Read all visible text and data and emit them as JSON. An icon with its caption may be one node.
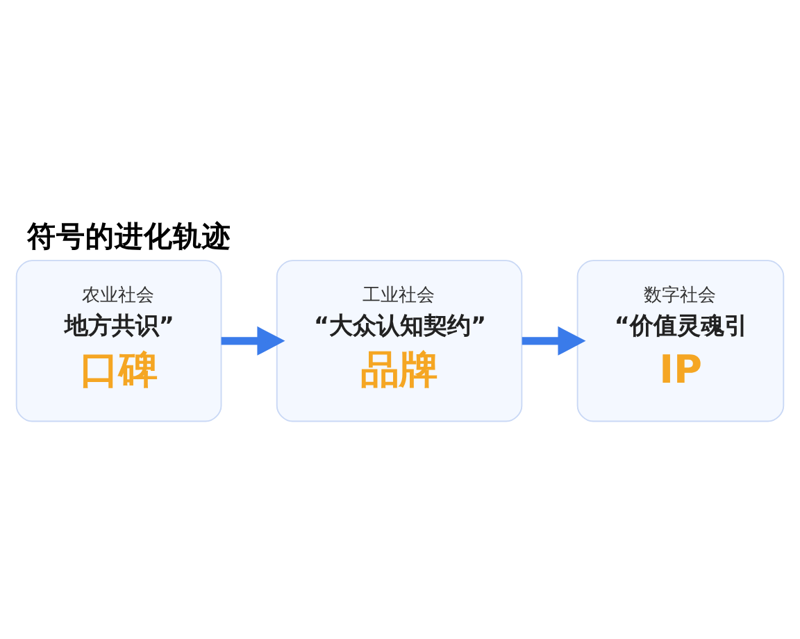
{
  "diagram": {
    "title": "符号的进化轨迹",
    "nodes": [
      {
        "text": [
          "农业社会",
          "地方共识”",
          "口碑"
        ]
      },
      {
        "text": [
          "工业社会",
          "“大众认知契约”",
          "品牌"
        ]
      },
      {
        "text": [
          "数字社会",
          "“价值灵魂引",
          "IP"
        ]
      }
    ],
    "edges": [
      {
        "from": 0,
        "to": 1,
        "arrow": "to"
      },
      {
        "from": 1,
        "to": 2,
        "arrow": "to"
      }
    ]
  }
}
